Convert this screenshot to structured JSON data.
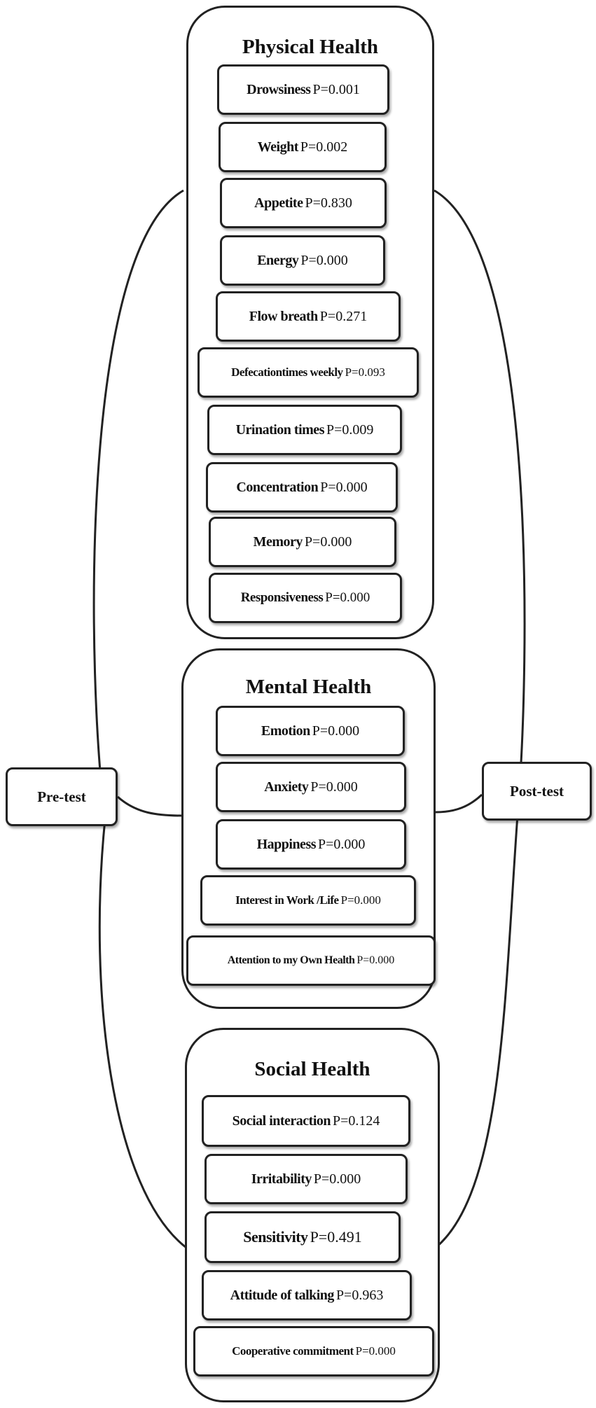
{
  "pre_test": "Pre-test",
  "post_test": "Post-test",
  "physical": {
    "title": "Physical Health",
    "items": [
      {
        "name": "Drowsiness",
        "p": "P=0.001"
      },
      {
        "name": "Weight",
        "p": "P=0.002"
      },
      {
        "name": "Appetite",
        "p": "P=0.830"
      },
      {
        "name": "Energy",
        "p": "P=0.000"
      },
      {
        "name": "Flow breath",
        "p": "P=0.271"
      },
      {
        "name": "Defecationtimes weekly",
        "p": "P=0.093"
      },
      {
        "name": "Urination times",
        "p": "P=0.009"
      },
      {
        "name": "Concentration",
        "p": "P=0.000"
      },
      {
        "name": "Memory",
        "p": "P=0.000"
      },
      {
        "name": "Responsiveness",
        "p": "P=0.000"
      }
    ]
  },
  "mental": {
    "title": "Mental Health",
    "items": [
      {
        "name": "Emotion",
        "p": "P=0.000"
      },
      {
        "name": "Anxiety",
        "p": "P=0.000"
      },
      {
        "name": "Happiness",
        "p": "P=0.000"
      },
      {
        "name": "Interest in Work /Life",
        "p": "P=0.000"
      },
      {
        "name": "Attention to my Own Health",
        "p": "P=0.000"
      }
    ]
  },
  "social": {
    "title": "Social Health",
    "items": [
      {
        "name": "Social interaction",
        "p": "P=0.124"
      },
      {
        "name": "Irritability",
        "p": "P=0.000"
      },
      {
        "name": "Sensitivity",
        "p": "P=0.491"
      },
      {
        "name": "Attitude of talking",
        "p": "P=0.963"
      },
      {
        "name": "Cooperative commitment",
        "p": "P=0.000"
      }
    ]
  }
}
